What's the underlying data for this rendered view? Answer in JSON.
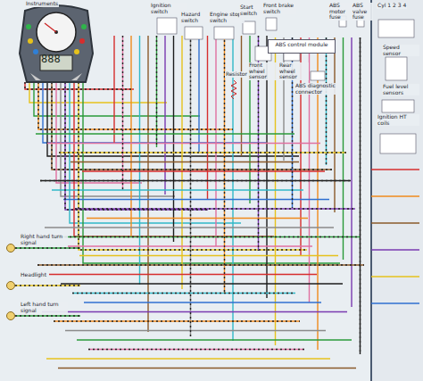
{
  "diagram": {
    "nodes": [
      {
        "text": [
          "Instruments",
          "888"
        ]
      },
      {
        "text": [
          "ABS control module"
        ]
      }
    ],
    "labels": [
      "Ignition switch",
      "Hazard switch",
      "Engine stop switch",
      "Start switch",
      "Front brake switch",
      "ABS motor fuse",
      "ABS valve fuse",
      "Cyl 1 2 3 4",
      "Speed sensor",
      "Fuel level sensors",
      "Ignition HT coils",
      "Front wheel sensor",
      "Rear wheel sensor",
      "Resistor",
      "ABS diagnostic connector",
      "Right hand turn signal",
      "Headlight",
      "Left hand turn signal"
    ]
  }
}
